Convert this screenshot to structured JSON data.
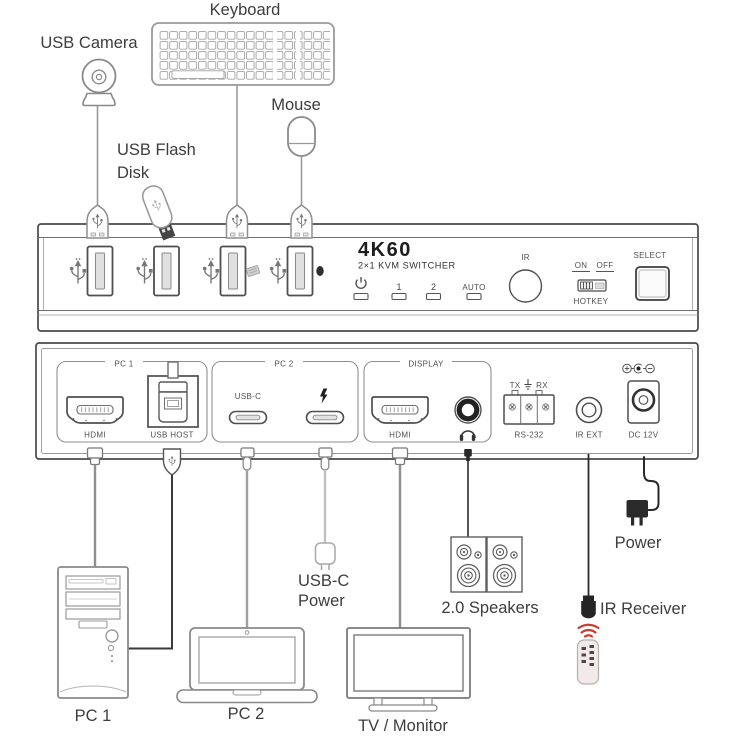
{
  "title": "4K60 2x1 KVM switcher connection diagram",
  "colors": {
    "diagram_line": "#8a8a8a",
    "panel_line": "#4a4a4a",
    "dark": "#2a2a2a",
    "ir_red": "#cc3b30"
  },
  "peripherals": {
    "keyboard": "Keyboard",
    "usb_camera": "USB Camera",
    "usb_flash_line1": "USB Flash",
    "usb_flash_line2": "Disk",
    "mouse": "Mouse"
  },
  "front_panel": {
    "model": "4K60",
    "subtitle": "2×1 KVM SWITCHER",
    "port1": "1",
    "port2": "2",
    "auto": "AUTO",
    "ir": "IR",
    "on": "ON",
    "off": "OFF",
    "hotkey": "HOTKEY",
    "select": "SELECT"
  },
  "back_panel": {
    "pc1": "PC 1",
    "pc1_hdmi": "HDMI",
    "usb_host": "USB HOST",
    "pc2": "PC 2",
    "usb_c": "USB-C",
    "display": "DISPLAY",
    "display_hdmi": "HDMI",
    "tx": "TX",
    "rx": "RX",
    "rs232": "RS-232",
    "ir_ext": "IR EXT",
    "dc12v": "DC 12V"
  },
  "devices": {
    "pc1": "PC 1",
    "pc2": "PC 2",
    "tv": "TV / Monitor",
    "usbc_power_line1": "USB-C",
    "usbc_power_line2": "Power",
    "speakers": "2.0 Speakers",
    "ir_receiver": "IR Receiver",
    "power": "Power"
  }
}
